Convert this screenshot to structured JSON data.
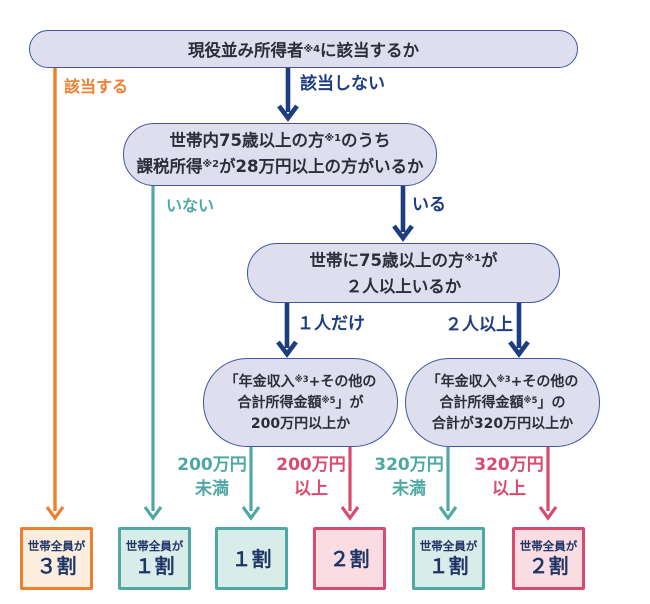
{
  "palette": {
    "background": "#FFFFFF",
    "navy": "#1E3C82",
    "pill_fill": "#DFDEEF",
    "pill_border": "#4355A2",
    "node_text": "#2B2D3A",
    "orange": "#EF7E2F",
    "orange_fill": "#FCEEDE",
    "teal": "#4FA8A3",
    "teal_fill": "#D8ECE9",
    "pink": "#D84A6E",
    "pink_fill": "#FADDE3",
    "result_text": "#1F3566"
  },
  "nodes": {
    "q1": {
      "lines": [
        "現役並み所得者※4に該当するか"
      ]
    },
    "q2": {
      "lines": [
        "世帯内75歳以上の方※1のうち",
        "課税所得※2が28万円以上の方がいるか"
      ]
    },
    "q3": {
      "lines": [
        "世帯に75歳以上の方※1が",
        "２人以上いるか"
      ]
    },
    "q4a": {
      "lines": [
        "「年金収入※3+その他の",
        "合計所得金額※5」が",
        "200万円以上か"
      ]
    },
    "q4b": {
      "lines": [
        "「年金収入※3+その他の",
        "合計所得金額※5」の",
        "合計が320万円以上か"
      ]
    }
  },
  "labels": {
    "q1_yes": "該当する",
    "q1_no": "該当しない",
    "q2_no": "いない",
    "q2_yes": "いる",
    "q3_one": "１人だけ",
    "q3_two": "２人以上",
    "q4a_under": {
      "lines": [
        "200万円",
        "未満"
      ]
    },
    "q4a_over": {
      "lines": [
        "200万円",
        "以上"
      ]
    },
    "q4b_under": {
      "lines": [
        "320万円",
        "未満"
      ]
    },
    "q4b_over": {
      "lines": [
        "320万円",
        "以上"
      ]
    }
  },
  "results": [
    {
      "scope": "世帯全員が",
      "rate": "３割",
      "variant": "orange"
    },
    {
      "scope": "世帯全員が",
      "rate": "１割",
      "variant": "teal"
    },
    {
      "scope": "",
      "rate": "１割",
      "variant": "teal"
    },
    {
      "scope": "",
      "rate": "２割",
      "variant": "pink"
    },
    {
      "scope": "世帯全員が",
      "rate": "１割",
      "variant": "teal"
    },
    {
      "scope": "世帯全員が",
      "rate": "２割",
      "variant": "pink"
    }
  ]
}
